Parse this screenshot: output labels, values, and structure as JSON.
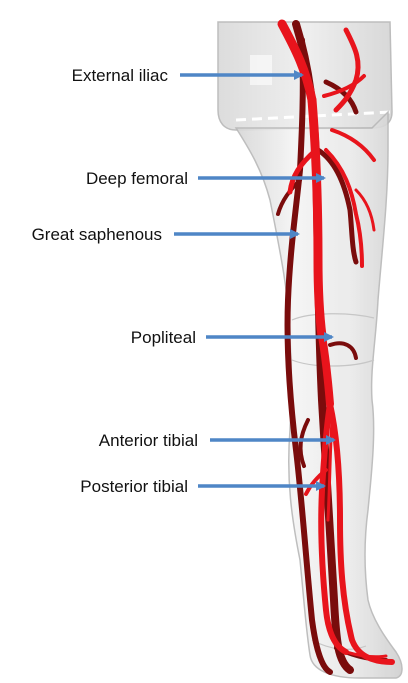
{
  "labels": {
    "external_iliac": "External iliac",
    "deep_femoral": "Deep femoral",
    "great_saphenous": "Great saphenous",
    "popliteal": "Popliteal",
    "anterior_tibial": "Anterior tibial",
    "posterior_tibial": "Posterior tibial"
  },
  "colors": {
    "artery": "#e8141c",
    "vein": "#7a0c0c",
    "arrow": "#4f86c6",
    "skin_fill": "#ececec",
    "skin_outline": "#b8b8b8"
  }
}
